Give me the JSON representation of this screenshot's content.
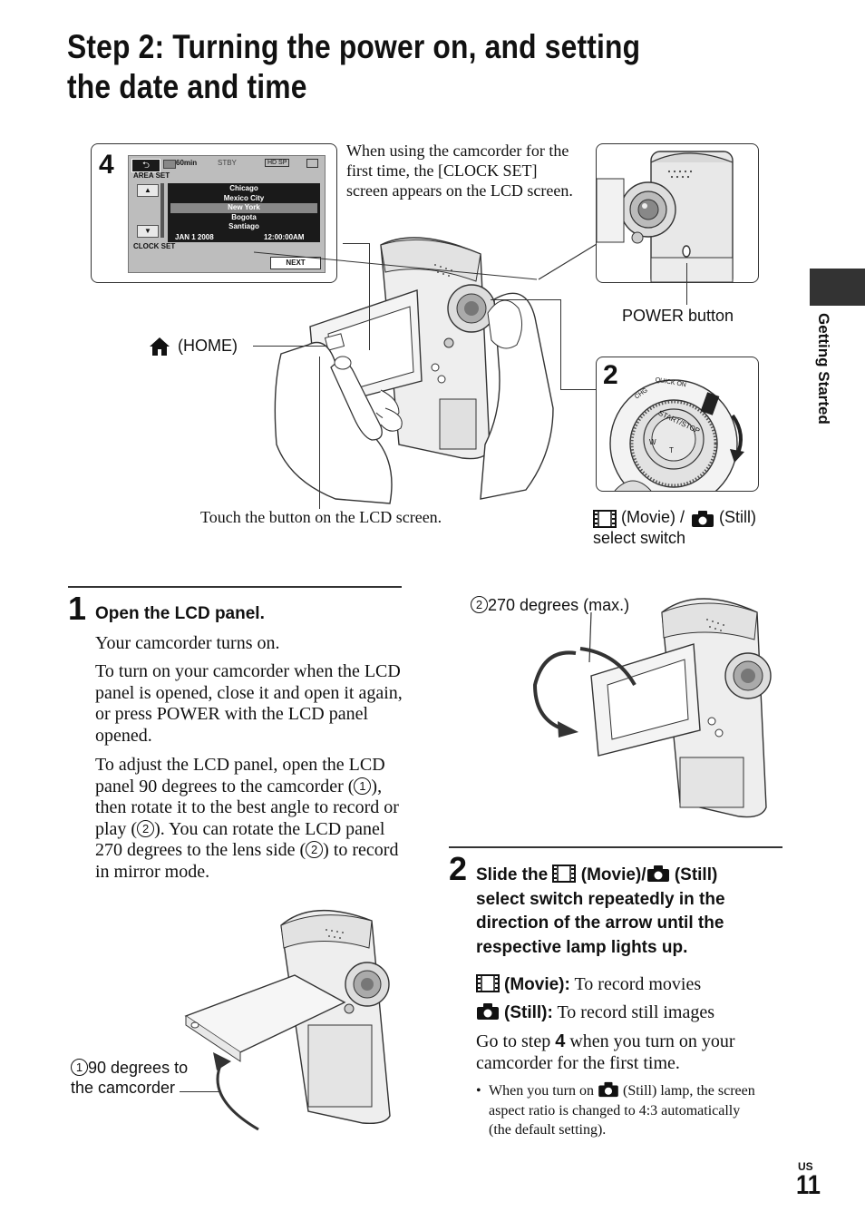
{
  "page": {
    "title": "Step 2: Turning the power on, and setting the date and time",
    "side_tab": "Getting Started",
    "page_region": "US",
    "page_number": "11"
  },
  "figure_top": {
    "step4_label": "4",
    "lcd": {
      "back_symbol": "⮌",
      "battery": "60min",
      "mode": "STBY",
      "quality": "HD SP",
      "area_set": "AREA SET",
      "cities": [
        "Chicago",
        "Mexico City",
        "New York",
        "Bogota",
        "Santiago"
      ],
      "selected_city": "New York",
      "date": "JAN 1 2008",
      "time": "12:00:00AM",
      "clock_set": "CLOCK SET",
      "next_button": "NEXT"
    },
    "first_use_caption": "When using the camcorder for the first time, the [CLOCK SET] screen appears on the LCD screen.",
    "home_label": "(HOME)",
    "power_button_label": "POWER button",
    "step2_label": "2",
    "touch_caption": "Touch the button on the LCD screen.",
    "dial_texts": {
      "start_stop": "START/STOP",
      "quick_on": "QUICK ON",
      "chg": "CHG"
    },
    "movie_label": "(Movie) /",
    "still_label": "(Still)",
    "select_switch_label": "select switch"
  },
  "step1": {
    "number": "1",
    "heading": "Open the LCD panel.",
    "p1": "Your camcorder turns on.",
    "p2": "To turn on your camcorder when the LCD panel is opened, close it and open it again, or press POWER with the LCD panel opened.",
    "p3_a": "To adjust the LCD panel, open the LCD panel 90 degrees to the camcorder (",
    "p3_b": "), then rotate it to the best angle to record or play (",
    "p3_c": "). You can rotate the LCD panel 270 degrees to the lens side (",
    "p3_d": ") to record in mirror mode.",
    "circle1": "1",
    "circle2": "2",
    "fig_label_90": "90 degrees to the camcorder",
    "fig_label_270": "270 degrees (max.)"
  },
  "step2": {
    "number": "2",
    "heading_a": "Slide the",
    "heading_b": "(Movie)/",
    "heading_c": "(Still) select switch repeatedly in the direction of the arrow until the respective lamp lights up.",
    "movie_term": "(Movie):",
    "movie_desc": "To record movies",
    "still_term": "(Still):",
    "still_desc": "To record still images",
    "goto_a": "Go to step",
    "goto_step": "4",
    "goto_b": "when you turn on your camcorder for the first time.",
    "note_a": "When you turn on",
    "note_b": "(Still) lamp, the screen aspect ratio is changed to 4:3 automatically (the default setting)."
  },
  "colors": {
    "ink": "#111111",
    "tab": "#333333",
    "lcd_bg": "#bdbdbd",
    "lcd_list": "#1a1a1a"
  }
}
